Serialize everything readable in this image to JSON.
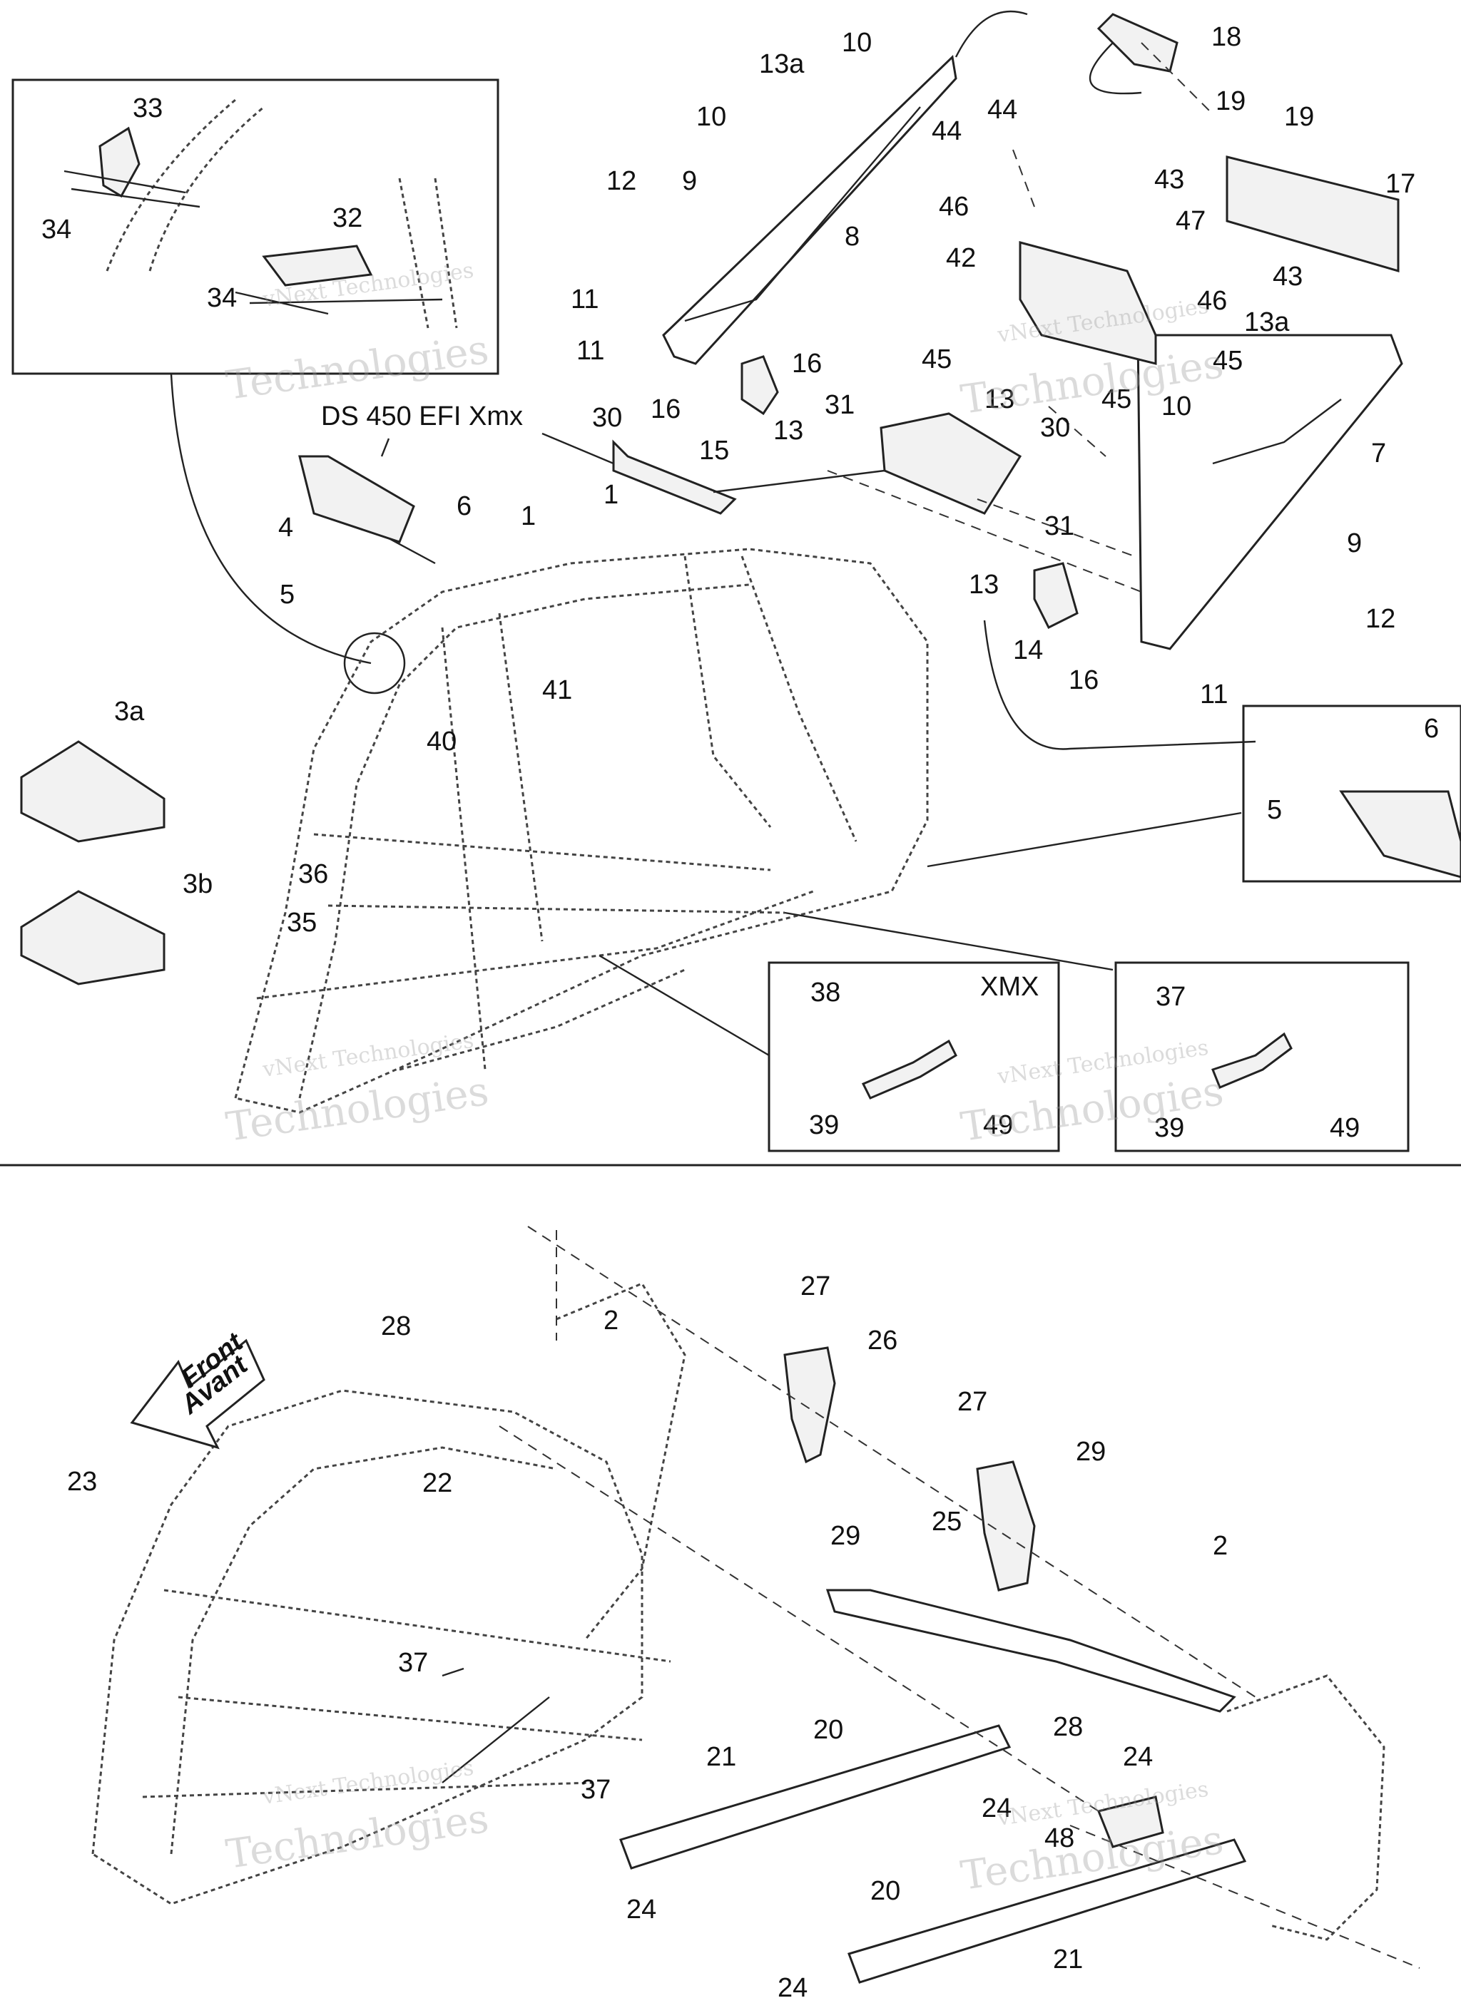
{
  "callouts_top": [
    {
      "id": "c18",
      "text": "18"
    },
    {
      "id": "c10a",
      "text": "10"
    },
    {
      "id": "c13a_top",
      "text": "13a"
    },
    {
      "id": "c10b",
      "text": "10"
    },
    {
      "id": "c44a",
      "text": "44"
    },
    {
      "id": "c44b",
      "text": "44"
    },
    {
      "id": "c19a",
      "text": "19"
    },
    {
      "id": "c19b",
      "text": "19"
    },
    {
      "id": "c17",
      "text": "17"
    },
    {
      "id": "c12a",
      "text": "12"
    },
    {
      "id": "c9a",
      "text": "9"
    },
    {
      "id": "c8",
      "text": "8"
    },
    {
      "id": "c46a",
      "text": "46"
    },
    {
      "id": "c43a",
      "text": "43"
    },
    {
      "id": "c47",
      "text": "47"
    },
    {
      "id": "c42",
      "text": "42"
    },
    {
      "id": "c43b",
      "text": "43"
    },
    {
      "id": "c46b",
      "text": "46"
    },
    {
      "id": "c11a",
      "text": "11"
    },
    {
      "id": "c11b",
      "text": "11"
    },
    {
      "id": "c16a",
      "text": "16"
    },
    {
      "id": "c16b",
      "text": "16"
    },
    {
      "id": "c13b",
      "text": "13"
    },
    {
      "id": "c15",
      "text": "15"
    },
    {
      "id": "c45a",
      "text": "45"
    },
    {
      "id": "c45b",
      "text": "45"
    },
    {
      "id": "c45c",
      "text": "45"
    },
    {
      "id": "c13a_right",
      "text": "13a"
    },
    {
      "id": "c30a",
      "text": "30"
    },
    {
      "id": "c31a",
      "text": "31"
    },
    {
      "id": "c13c",
      "text": "13"
    },
    {
      "id": "c30b",
      "text": "30"
    },
    {
      "id": "c10c",
      "text": "10"
    },
    {
      "id": "c7",
      "text": "7"
    },
    {
      "id": "c1a",
      "text": "1"
    },
    {
      "id": "c1b",
      "text": "1"
    },
    {
      "id": "c4",
      "text": "4"
    },
    {
      "id": "c6a",
      "text": "6"
    },
    {
      "id": "c5a",
      "text": "5"
    },
    {
      "id": "c31b",
      "text": "31"
    },
    {
      "id": "c9b",
      "text": "9"
    },
    {
      "id": "c13d",
      "text": "13"
    },
    {
      "id": "c12b",
      "text": "12"
    },
    {
      "id": "c14",
      "text": "14"
    },
    {
      "id": "c16c",
      "text": "16"
    },
    {
      "id": "c11c",
      "text": "11"
    },
    {
      "id": "c41",
      "text": "41"
    },
    {
      "id": "c40",
      "text": "40"
    },
    {
      "id": "c3a",
      "text": "3a"
    },
    {
      "id": "c3b",
      "text": "3b"
    },
    {
      "id": "c36",
      "text": "36"
    },
    {
      "id": "c35",
      "text": "35"
    },
    {
      "id": "c6b",
      "text": "6"
    },
    {
      "id": "c5b",
      "text": "5"
    }
  ],
  "inset_upper_left": {
    "callouts": [
      {
        "id": "c33",
        "text": "33"
      },
      {
        "id": "c34a",
        "text": "34"
      },
      {
        "id": "c32",
        "text": "32"
      },
      {
        "id": "c34b",
        "text": "34"
      }
    ]
  },
  "model_label": "DS 450 EFI Xmx",
  "inset_xmx": {
    "title": "XMX",
    "callouts": [
      {
        "id": "c38",
        "text": "38"
      },
      {
        "id": "c39a",
        "text": "39"
      },
      {
        "id": "c49a",
        "text": "49"
      }
    ]
  },
  "inset_std": {
    "callouts": [
      {
        "id": "c37a",
        "text": "37"
      },
      {
        "id": "c39b",
        "text": "39"
      },
      {
        "id": "c49b",
        "text": "49"
      }
    ]
  },
  "front_arrow": {
    "line1": "Front",
    "line2": "Avant"
  },
  "callouts_bottom": [
    {
      "id": "c27a",
      "text": "27"
    },
    {
      "id": "c26",
      "text": "26"
    },
    {
      "id": "c28a",
      "text": "28"
    },
    {
      "id": "c2a",
      "text": "2"
    },
    {
      "id": "c27b",
      "text": "27"
    },
    {
      "id": "c29a",
      "text": "29"
    },
    {
      "id": "c22",
      "text": "22"
    },
    {
      "id": "c29b",
      "text": "29"
    },
    {
      "id": "c23",
      "text": "23"
    },
    {
      "id": "c25",
      "text": "25"
    },
    {
      "id": "c2b",
      "text": "2"
    },
    {
      "id": "c37b",
      "text": "37"
    },
    {
      "id": "c28b",
      "text": "28"
    },
    {
      "id": "c21a",
      "text": "21"
    },
    {
      "id": "c20a",
      "text": "20"
    },
    {
      "id": "c24a",
      "text": "24"
    },
    {
      "id": "c37c",
      "text": "37"
    },
    {
      "id": "c24b",
      "text": "24"
    },
    {
      "id": "c48",
      "text": "48"
    },
    {
      "id": "c24c",
      "text": "24"
    },
    {
      "id": "c20b",
      "text": "20"
    },
    {
      "id": "c21b",
      "text": "21"
    },
    {
      "id": "c24d",
      "text": "24"
    }
  ],
  "watermarks": [
    {
      "id": "w1a",
      "text": "vNext Technologies"
    },
    {
      "id": "w1b",
      "text": "Technologies"
    },
    {
      "id": "w2a",
      "text": "vNext Technologies"
    },
    {
      "id": "w2b",
      "text": "Technologies"
    },
    {
      "id": "w3a",
      "text": "vNext Technologies"
    },
    {
      "id": "w3b",
      "text": "Technologies"
    },
    {
      "id": "w4a",
      "text": "vNext Technologies"
    },
    {
      "id": "w4b",
      "text": "Technologies"
    },
    {
      "id": "w5a",
      "text": "vNext Technologies"
    },
    {
      "id": "w5b",
      "text": "Technologies"
    },
    {
      "id": "w6a",
      "text": "vNext Technologies"
    },
    {
      "id": "w6b",
      "text": "Technologies"
    }
  ]
}
